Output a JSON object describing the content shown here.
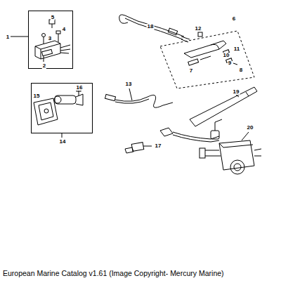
{
  "diagram": {
    "caption": "European Marine Catalog v1.61 (Image Copyright- Mercury Marine)",
    "nodes": [
      {
        "text": [
          "1",
          "5",
          "4",
          "3",
          "2"
        ]
      },
      {
        "text": [
          "16",
          "15",
          "14"
        ]
      },
      {
        "text": [
          "12",
          "6",
          "11",
          "10",
          "9",
          "8",
          "7"
        ]
      }
    ],
    "edges": [],
    "labels": [
      "18",
      "13",
      "19",
      "20",
      "17"
    ]
  }
}
